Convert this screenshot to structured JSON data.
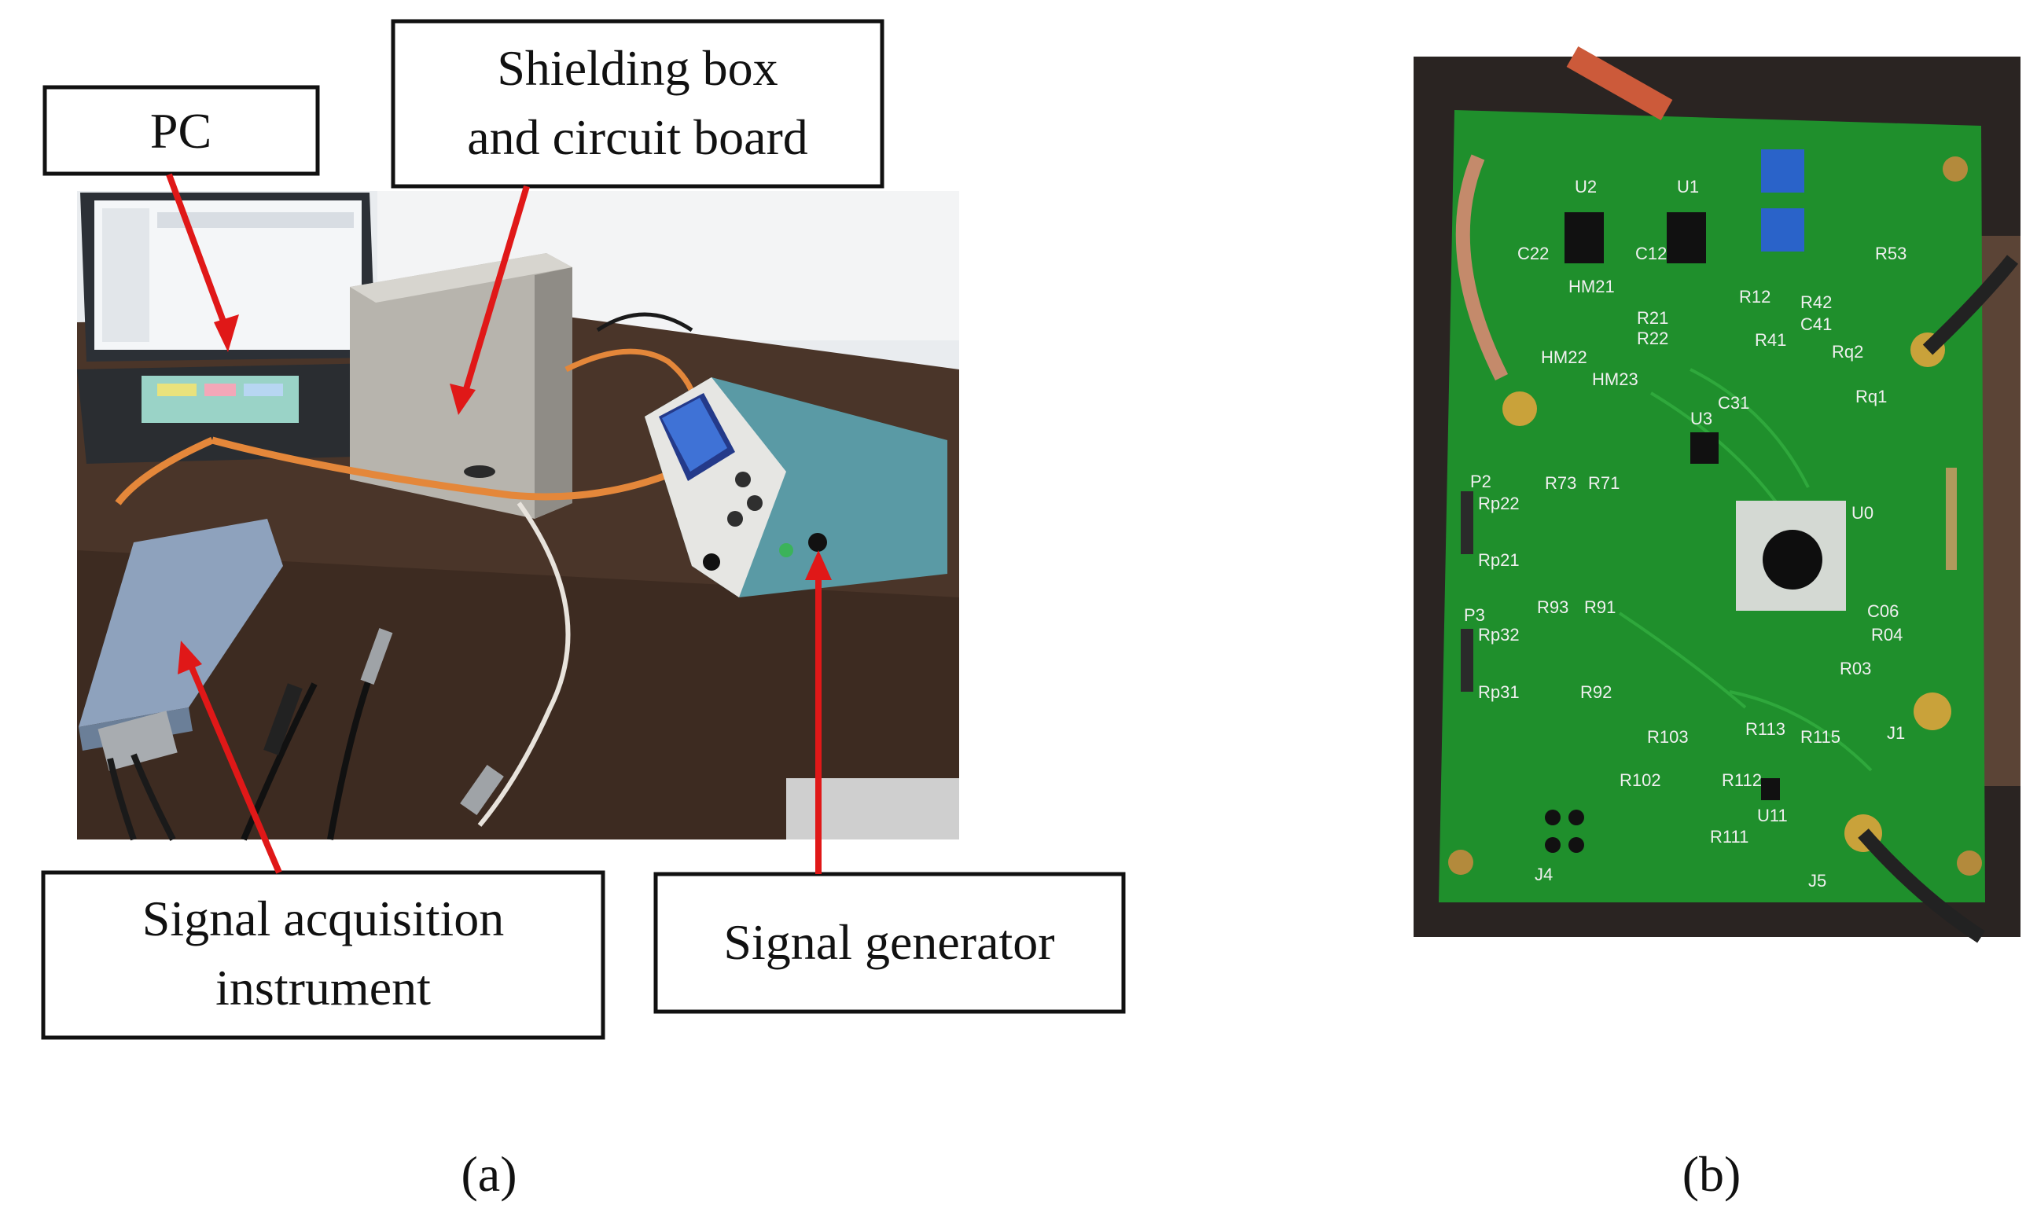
{
  "panel_a": {
    "callouts": {
      "pc": "PC",
      "shielding_box_line1": "Shielding box",
      "shielding_box_line2": "and circuit board",
      "acquisition_line1": "Signal acquisition",
      "acquisition_line2": "instrument",
      "generator": "Signal generator"
    },
    "caption": "(a)"
  },
  "panel_b": {
    "caption": "(b)",
    "silkscreen": [
      "U2",
      "U1",
      "C22",
      "C12",
      "HM21",
      "HM22",
      "R21",
      "R22",
      "HM23",
      "R41",
      "C41",
      "R42",
      "R12",
      "R53",
      "C31",
      "U3",
      "P2",
      "Rp22",
      "Rp21",
      "R73",
      "R71",
      "R93",
      "R91",
      "P3",
      "Rp32",
      "Rp31",
      "R92",
      "U0",
      "R04",
      "C06",
      "R03",
      "J1",
      "R102",
      "R103",
      "R112",
      "R113",
      "R115",
      "U11",
      "J4",
      "J5",
      "R111",
      "Rq1",
      "Rq2"
    ]
  },
  "colors": {
    "arrow": "#e01818",
    "pcb_green": "#1f8f2c",
    "callout_border": "#111111"
  }
}
